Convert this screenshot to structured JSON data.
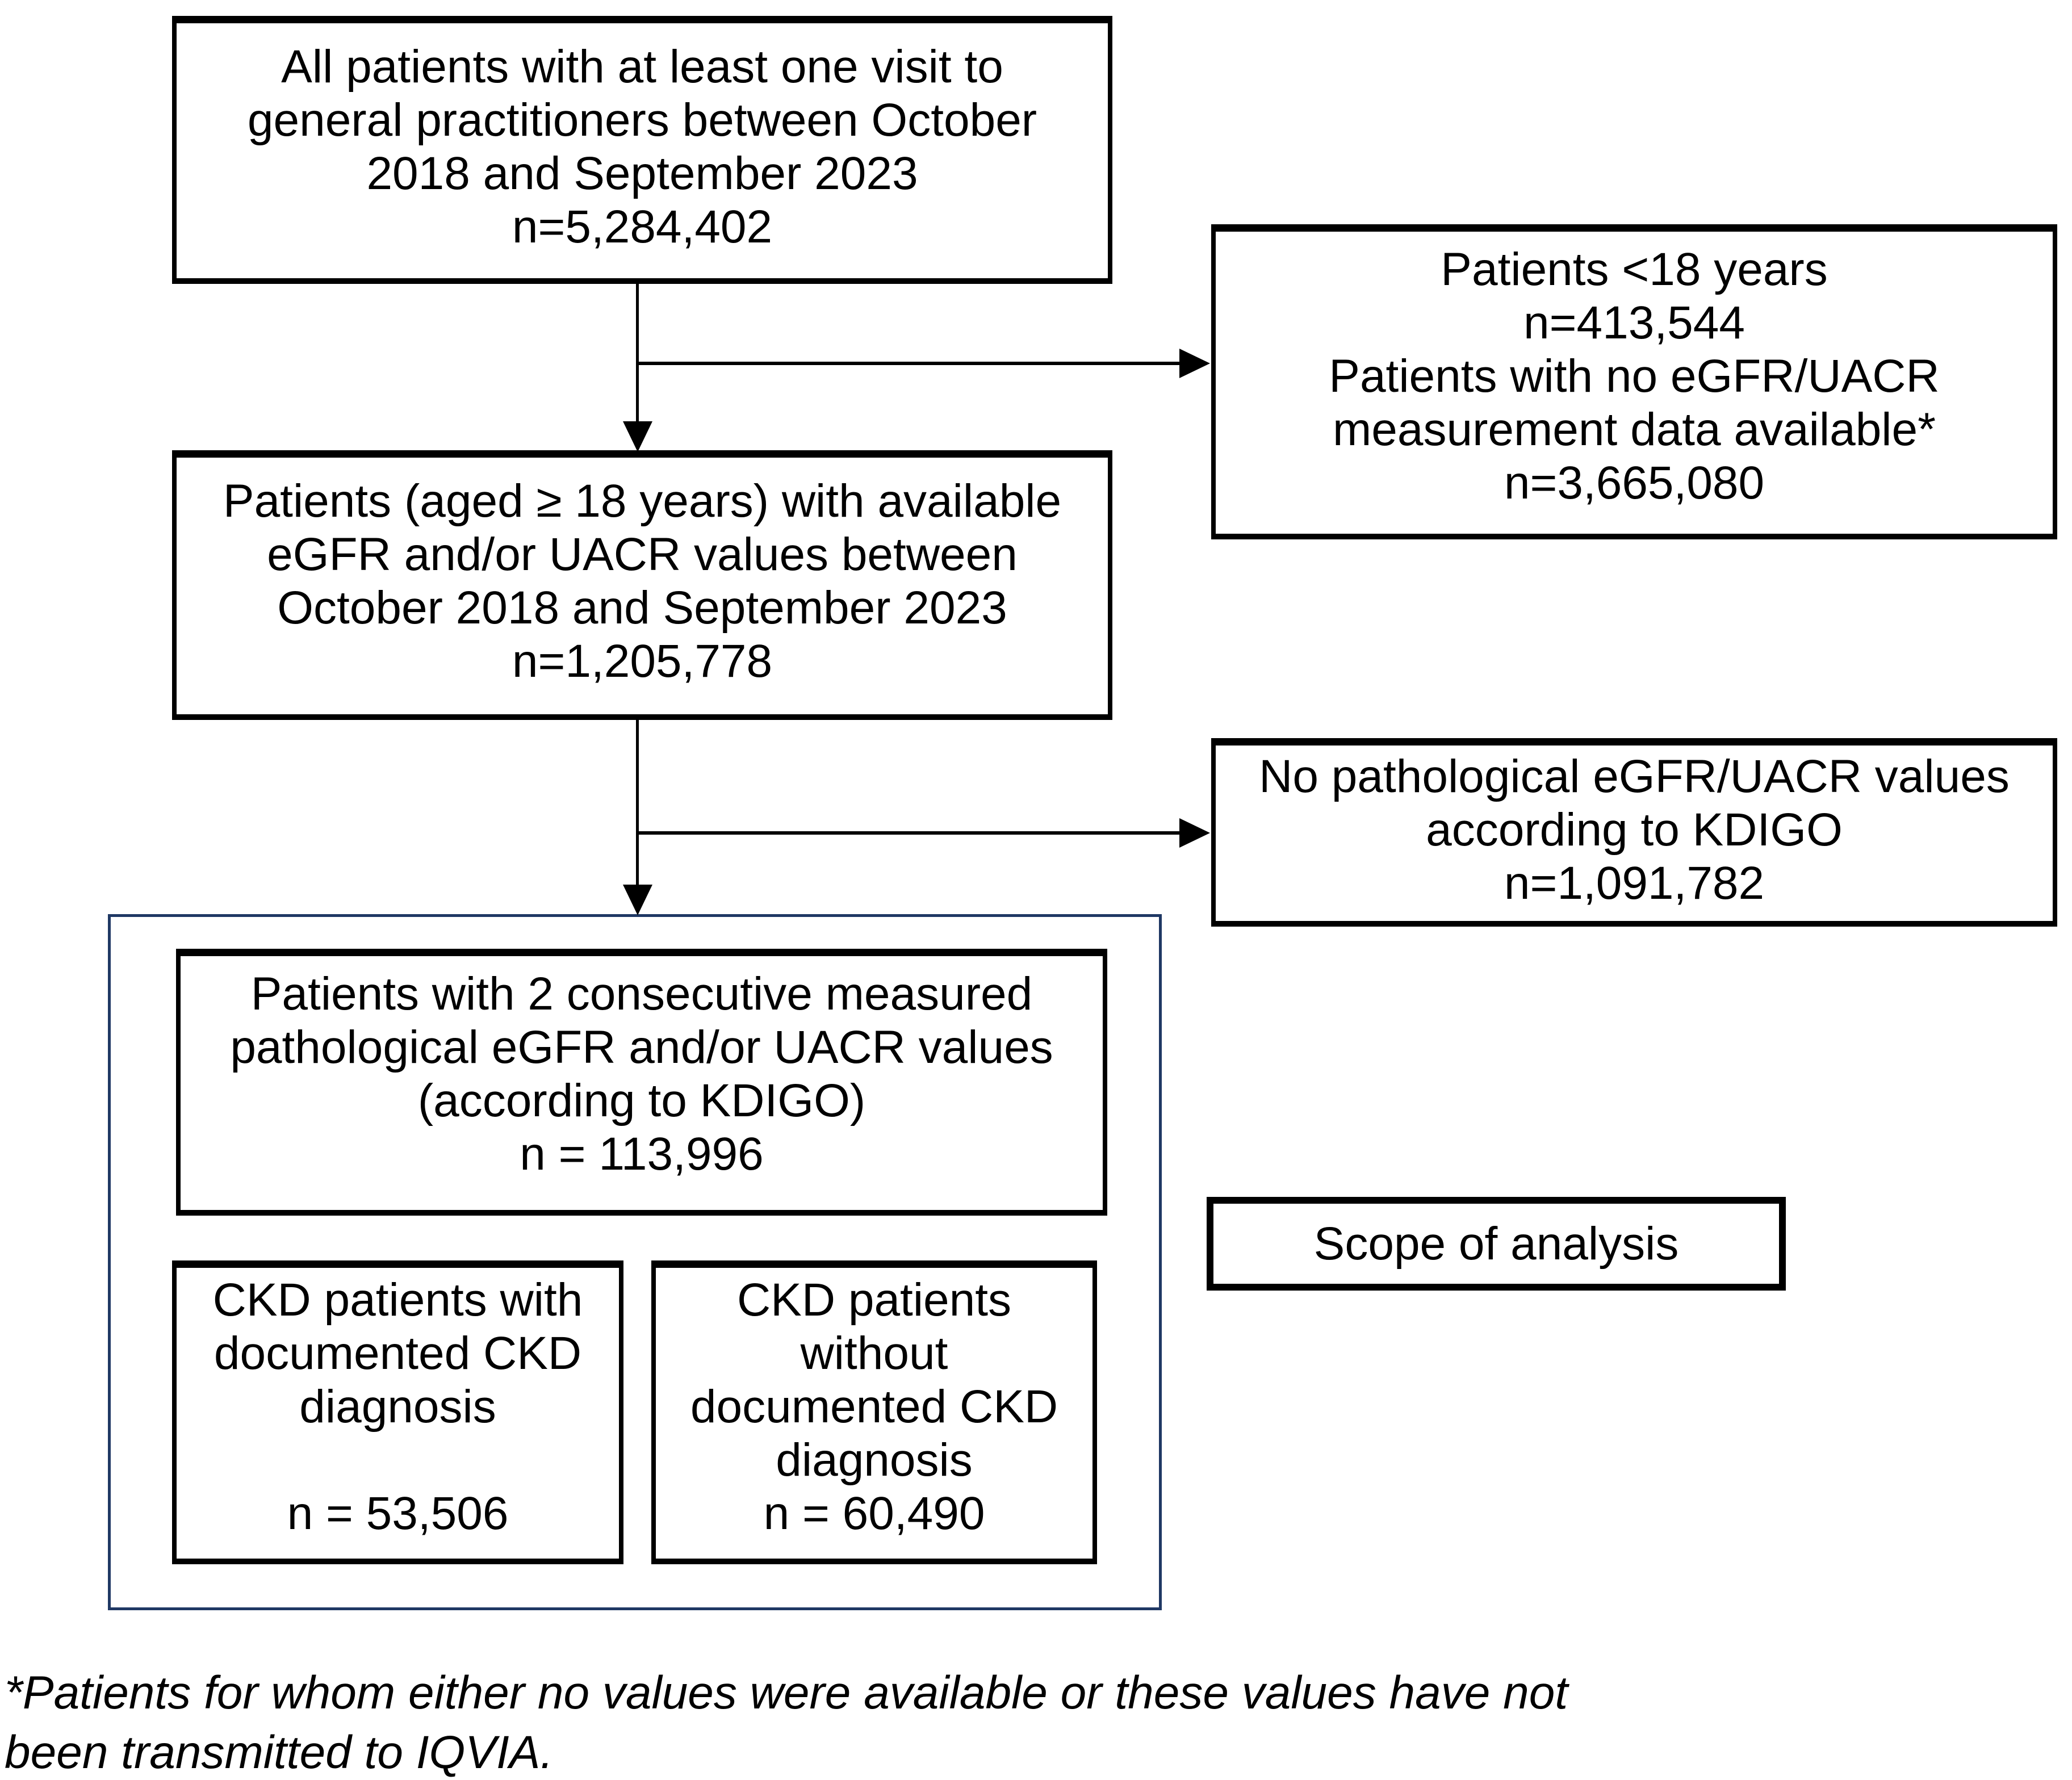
{
  "figure": {
    "type": "patient-selection-flow-diagram",
    "boxes": {
      "all_patients": {
        "text": "All patients with at least one visit to\ngeneral practitioners between October\n2018 and September 2023\nn=5,284,402"
      },
      "excluded_under18_no_measurement": {
        "text": "Patients <18 years\nn=413,544\nPatients with no eGFR/UACR\nmeasurement data available*\nn=3,665,080"
      },
      "adults_with_values": {
        "text": "Patients (aged ≥ 18 years) with available\neGFR and/or UACR values between\nOctober 2018 and September 2023\nn=1,205,778"
      },
      "no_pathological_values": {
        "text": "No pathological eGFR/UACR values\naccording to KDIGO\nn=1,091,782"
      },
      "two_consecutive_pathological": {
        "text": "Patients with 2 consecutive measured\npathological eGFR and/or UACR values\n(according to KDIGO)\nn = 113,996"
      },
      "ckd_with_documented_diagnosis": {
        "text": "CKD patients with\ndocumented CKD\ndiagnosis\n\nn = 53,506"
      },
      "ckd_without_documented_diagnosis": {
        "text": "CKD patients\nwithout\ndocumented CKD\ndiagnosis\nn = 60,490"
      },
      "scope_label": {
        "text": "Scope of analysis"
      }
    },
    "footnote": "*Patients for whom either no values were available or these values have not\nbeen transmitted to IQVIA.",
    "colors": {
      "box_border": "#000000",
      "scope_container_border": "#1f3864",
      "text": "#000000",
      "background": "#ffffff"
    }
  }
}
